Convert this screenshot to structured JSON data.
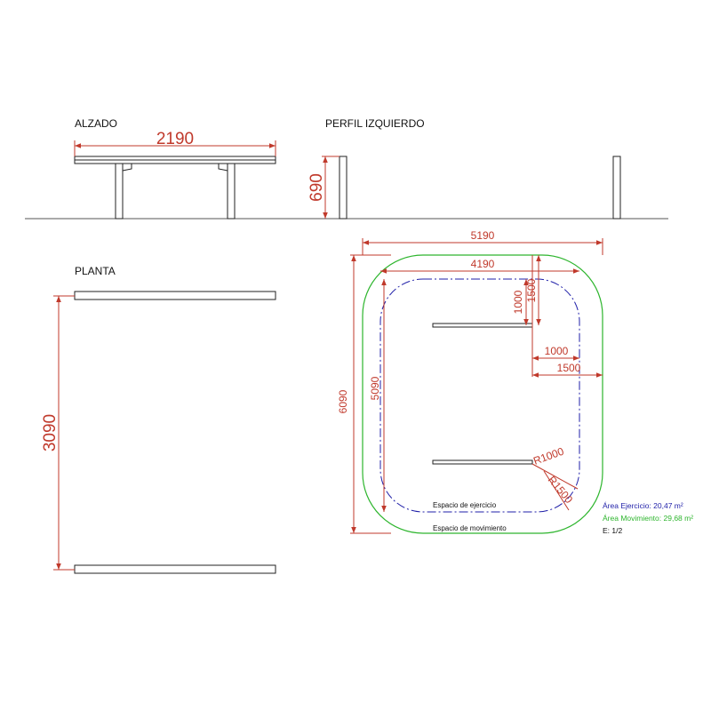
{
  "views": {
    "alzado": "ALZADO",
    "perfil": "PERFIL IZQUIERDO",
    "planta": "PLANTA"
  },
  "dimensions": {
    "alzado_width": "2190",
    "perfil_height": "690",
    "planta_depth": "3090",
    "overall_width": "5190",
    "exercise_width": "4190",
    "overall_height": "6090",
    "exercise_height": "5090",
    "clear_1000_v": "1000",
    "clear_1500_v": "1500",
    "clear_1000_h": "1000",
    "clear_1500_h": "1500",
    "radius_1000": "R1000",
    "radius_1500": "R1500"
  },
  "zones": {
    "exercise_space": "Espacio de ejercicio",
    "movement_space": "Espacio de movimiento"
  },
  "legend": {
    "exercise_area": "Área Ejercicio: 20,47 m²",
    "movement_area": "Área Movimiento: 29,68 m²",
    "scale": "E: 1/2"
  },
  "colors": {
    "dimension": "#c0392b",
    "exercise": "#1f1fa8",
    "movement": "#2db52d",
    "object": "#222222"
  }
}
